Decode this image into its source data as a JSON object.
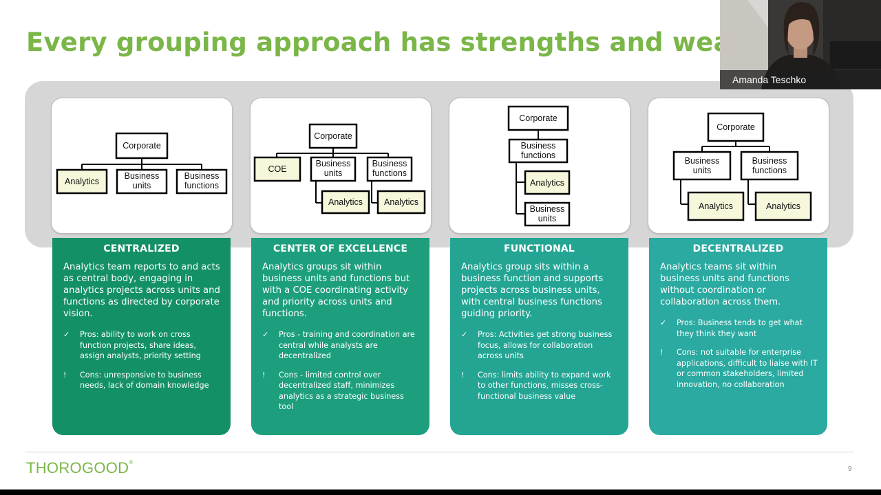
{
  "slide": {
    "title": "Every grouping approach has strengths and weaknesses",
    "logo": "THOROGOOD",
    "logo_mark": "®",
    "page_number": "9"
  },
  "webcam": {
    "participant_name": "Amanda Teschko"
  },
  "diagrams": {
    "centralized": {
      "corporate": "Corporate",
      "analytics": "Analytics",
      "bu1": "Business",
      "bu2": "units",
      "bf1": "Business",
      "bf2": "functions"
    },
    "coe": {
      "corporate": "Corporate",
      "coe": "COE",
      "bu1": "Business",
      "bu2": "units",
      "bf1": "Business",
      "bf2": "functions",
      "analytics1": "Analytics",
      "analytics2": "Analytics"
    },
    "functional": {
      "corporate": "Corporate",
      "bf1": "Business",
      "bf2": "functions",
      "analytics": "Analytics",
      "bu1": "Business",
      "bu2": "units"
    },
    "decentralized": {
      "corporate": "Corporate",
      "bu1": "Business",
      "bu2": "units",
      "bf1": "Business",
      "bf2": "functions",
      "analytics1": "Analytics",
      "analytics2": "Analytics"
    }
  },
  "cards": [
    {
      "title": "CENTRALIZED",
      "description": "Analytics team reports to and acts as central body, engaging in analytics projects across units and functions as directed by corporate vision.",
      "pros_mark": "✓",
      "pros": "Pros: ability to work on cross function projects, share ideas, assign analysts, priority setting",
      "cons_mark": "!",
      "cons": "Cons: unresponsive to business needs, lack of domain knowledge"
    },
    {
      "title": "CENTER OF EXCELLENCE",
      "description": "Analytics groups sit within business units and functions but with a COE coordinating activity and priority across units and functions.",
      "pros_mark": "✓",
      "pros": "Pros - training and coordination are central while analysts are decentralized",
      "cons_mark": "!",
      "cons": "Cons - limited control over decentralized staff, minimizes analytics as a strategic business tool"
    },
    {
      "title": "FUNCTIONAL",
      "description": "Analytics group sits within a business function and supports projects across business units, with central business functions guiding priority.",
      "pros_mark": "✓",
      "pros": "Pros: Activities get strong business focus, allows for collaboration across units",
      "cons_mark": "!",
      "cons": "Cons: limits ability to expand work to other functions, misses cross-functional business value"
    },
    {
      "title": "DECENTRALIZED",
      "description": "Analytics teams sit within business units and functions without coordination or collaboration across them.",
      "pros_mark": "✓",
      "pros": "Pros: Business tends to get what they think they want",
      "cons_mark": "!",
      "cons": "Cons: not suitable for enterprise applications, difficult to liaise with IT or common stakeholders, limited innovation, no collaboration"
    }
  ],
  "colors": {
    "title_green": "#7ab648",
    "card_1": "#149067",
    "card_2": "#1d9f7d",
    "card_3": "#24a594",
    "card_4": "#2aaaa0",
    "analytics_box": "#f7f7dc"
  }
}
